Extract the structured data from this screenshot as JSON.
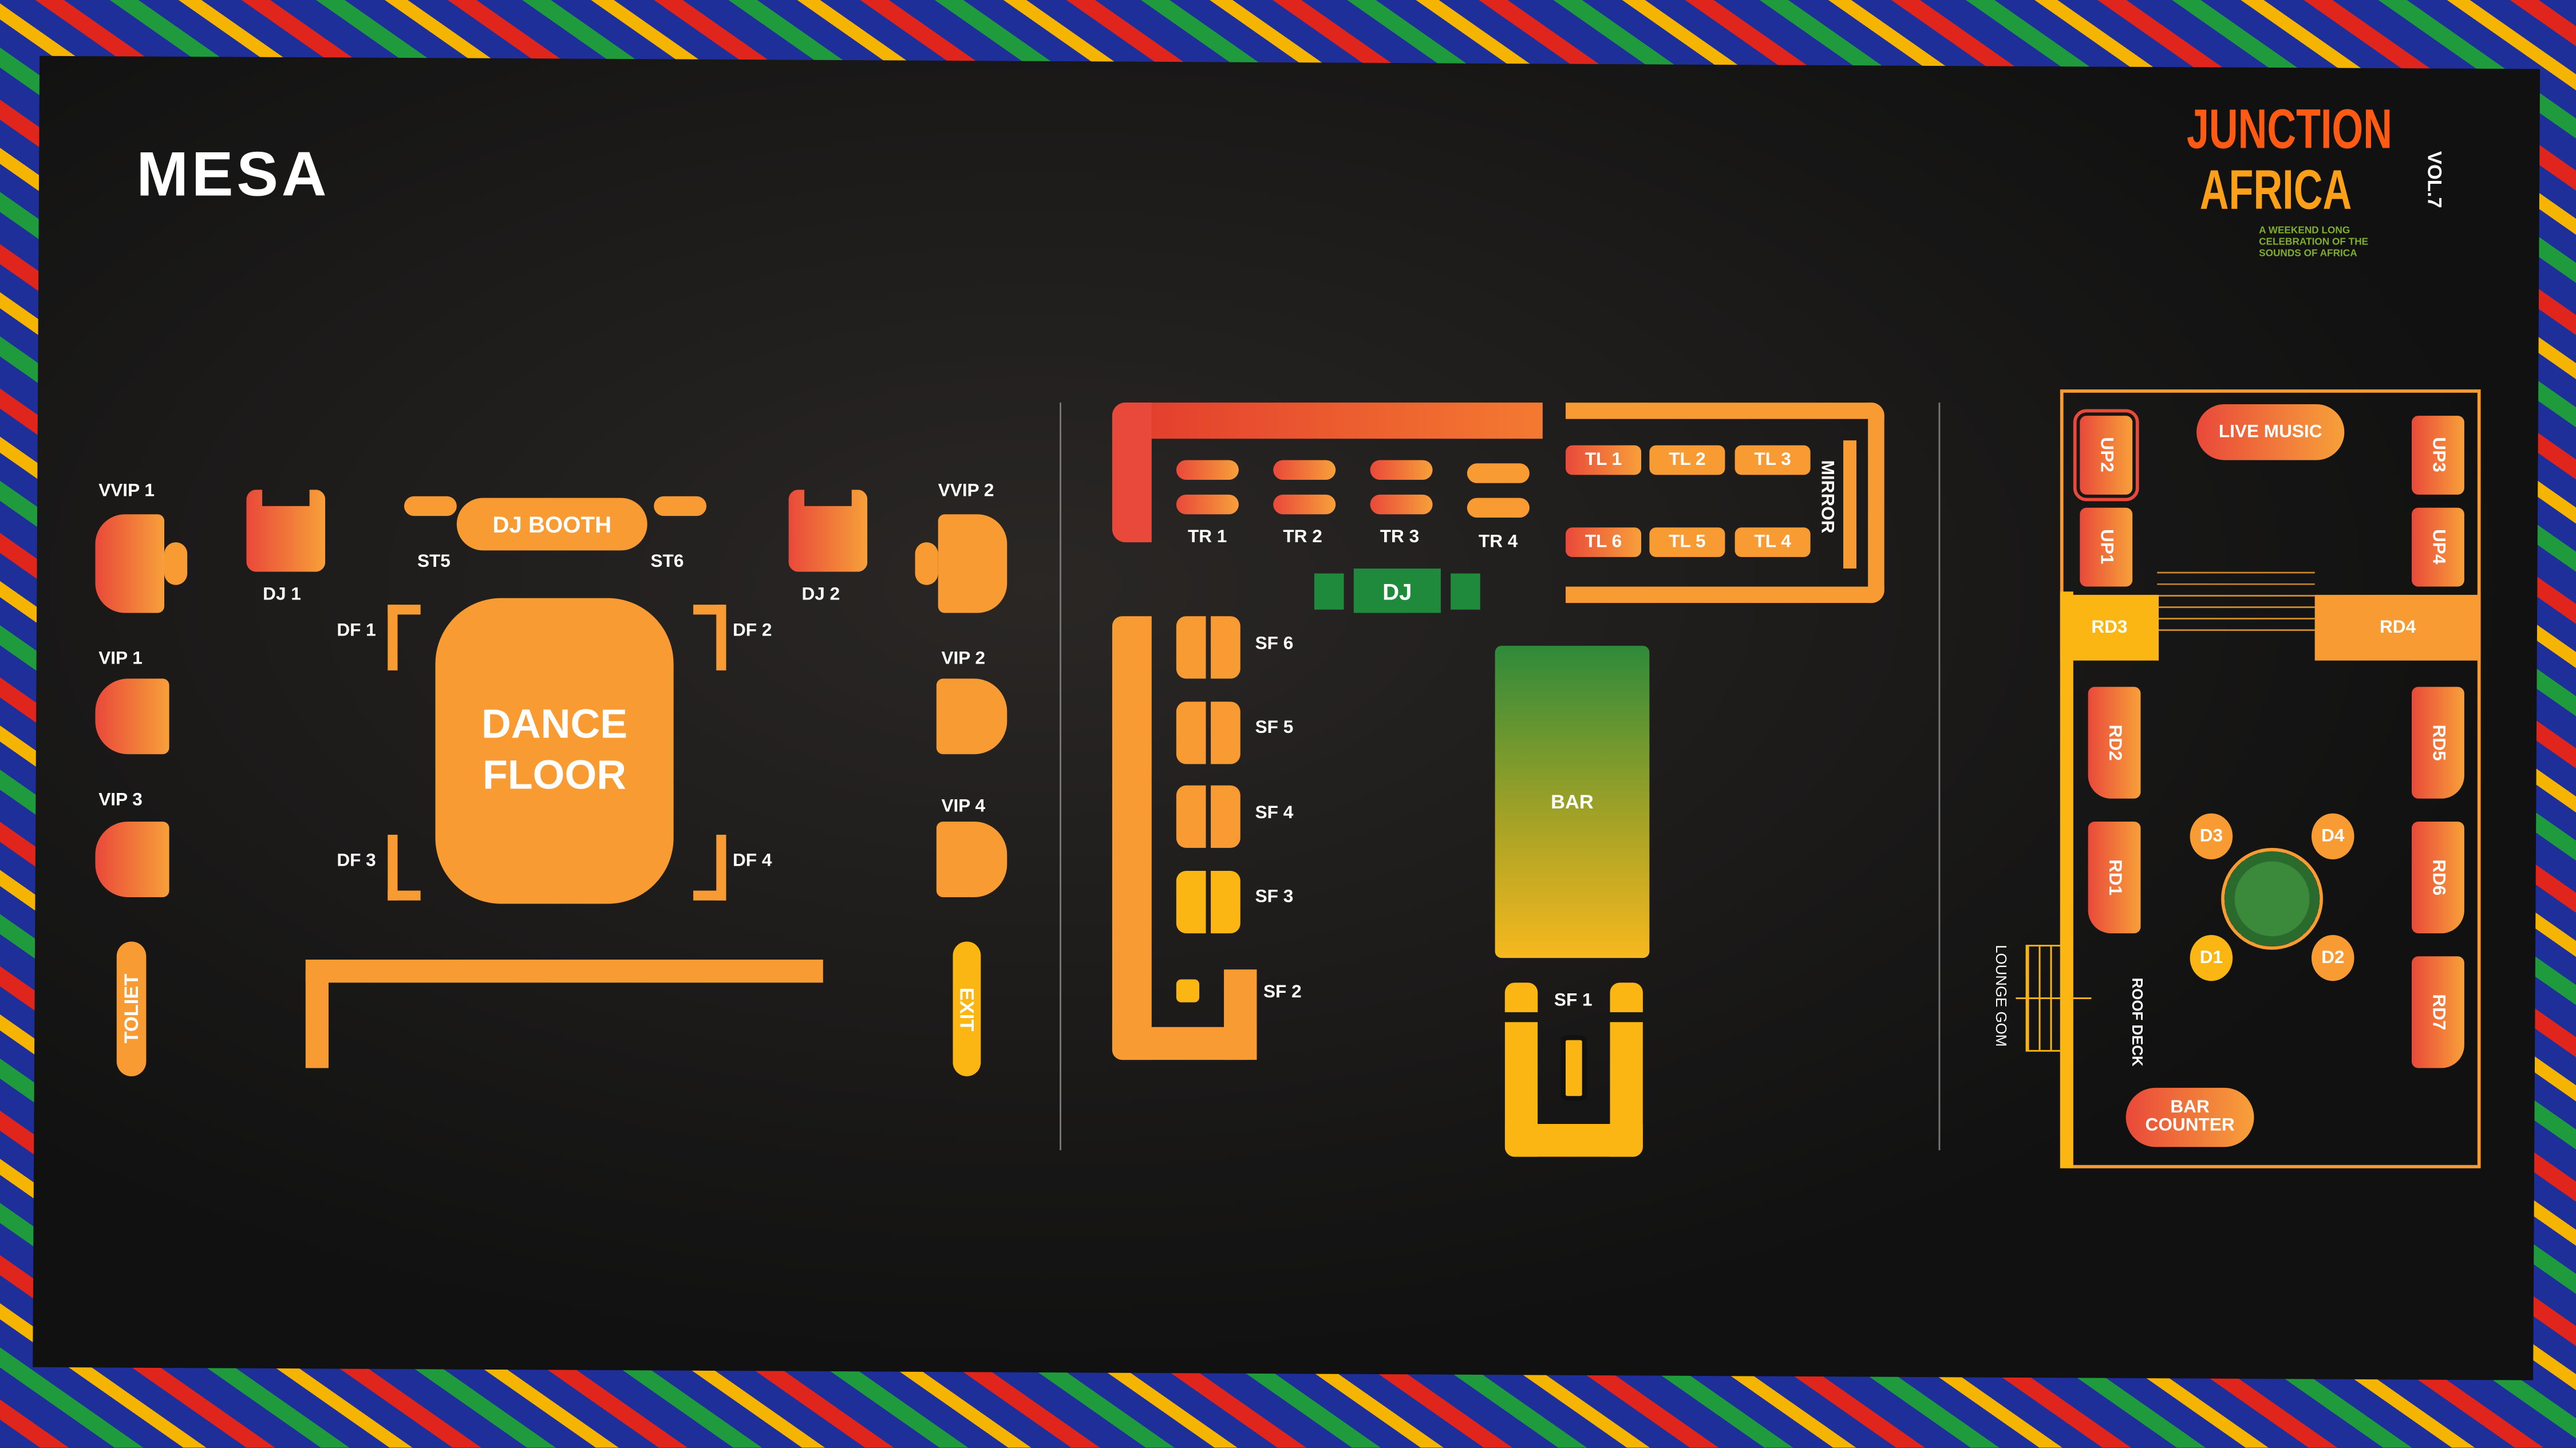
{
  "brand": {
    "logo": "MESA",
    "event_title_line1": "JUNCTION",
    "event_title_line2": "AFRICA",
    "volume": "VOL.7",
    "tagline": "A WEEKEND LONG CELEBRATION OF THE SOUNDS OF AFRICA"
  },
  "dance_area": {
    "vvip1": "VVIP 1",
    "vvip2": "VVIP 2",
    "vip1": "VIP 1",
    "vip2": "VIP 2",
    "vip3": "VIP 3",
    "vip4": "VIP 4",
    "dj1": "DJ 1",
    "dj2": "DJ 2",
    "dj_booth": "DJ BOOTH",
    "st5": "ST5",
    "st6": "ST6",
    "df1": "DF 1",
    "df2": "DF 2",
    "df3": "DF 3",
    "df4": "DF 4",
    "dance_floor": "DANCE FLOOR",
    "toilet": "TOLIET",
    "exit": "EXIT"
  },
  "middle": {
    "tr": [
      "TR 1",
      "TR 2",
      "TR 3",
      "TR 4"
    ],
    "tl_top": [
      "TL 1",
      "TL 2",
      "TL 3"
    ],
    "tl_bottom": [
      "TL 6",
      "TL 5",
      "TL 4"
    ],
    "mirror": "MIRROR",
    "dj": "DJ",
    "sf": [
      "SF 6",
      "SF 5",
      "SF 4",
      "SF 3",
      "SF 2",
      "SF 1"
    ],
    "bar": "BAR"
  },
  "roof": {
    "live_music": "LIVE MUSIC",
    "up": [
      "UP2",
      "UP1",
      "UP3",
      "UP4"
    ],
    "rd3": "RD3",
    "rd4": "RD4",
    "rd_left": [
      "RD2",
      "RD1"
    ],
    "rd_right": [
      "RD5",
      "RD6",
      "RD7"
    ],
    "d": [
      "D3",
      "D4",
      "D1",
      "D2"
    ],
    "lounge": "LOUNGE GOM",
    "roof_deck": "ROOF DECK",
    "bar_counter": "BAR COUNTER"
  },
  "colors": {
    "orange": "#f79b32",
    "red": "#e9493a",
    "yellow": "#fbb614",
    "green": "#1f8a3c"
  }
}
